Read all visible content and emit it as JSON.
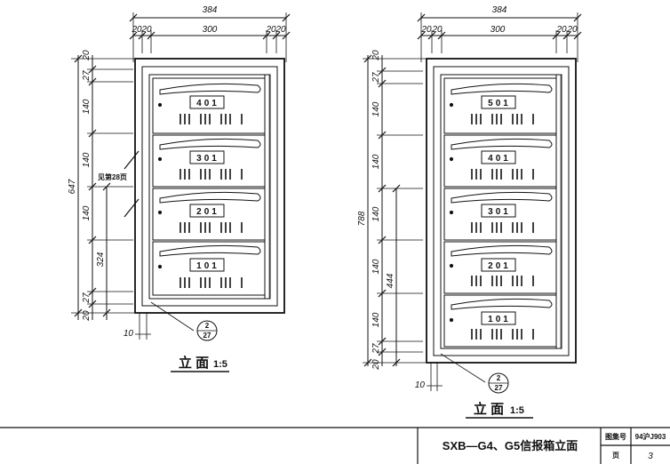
{
  "left_drawing": {
    "dims": {
      "total_width": "384",
      "side_a": "20",
      "side_b": "20",
      "inner_width": "300",
      "side_c": "20",
      "side_d": "20",
      "total_height": "647",
      "top": "20",
      "gap1": "27",
      "h1": "140",
      "h2": "140",
      "h3": "140",
      "lower": "324",
      "gap2": "27",
      "bottom": "20",
      "offset": "10"
    },
    "boxes": [
      "401",
      "301",
      "201",
      "101"
    ],
    "note": "见第28页",
    "callout_top": "2",
    "callout_bottom": "27",
    "caption": "立 面",
    "scale": "1:5"
  },
  "right_drawing": {
    "dims": {
      "total_width": "384",
      "side_a": "20",
      "side_b": "20",
      "inner_width": "300",
      "side_c": "20",
      "side_d": "20",
      "total_height": "788",
      "top": "20",
      "gap1": "27",
      "h1": "140",
      "h2": "140",
      "h3": "140",
      "h4": "140",
      "lower": "444",
      "h5": "140",
      "gap2": "27",
      "bottom": "20",
      "offset": "10"
    },
    "boxes": [
      "501",
      "401",
      "301",
      "201",
      "101"
    ],
    "callout_top": "2",
    "callout_bottom": "27",
    "caption": "立 面",
    "scale": "1:5"
  },
  "title_block": {
    "title": "SXB—G4、G5信报箱立面",
    "atlas_label": "图集号",
    "atlas_value": "94沪J903",
    "page_label": "页",
    "page_value": "3"
  }
}
